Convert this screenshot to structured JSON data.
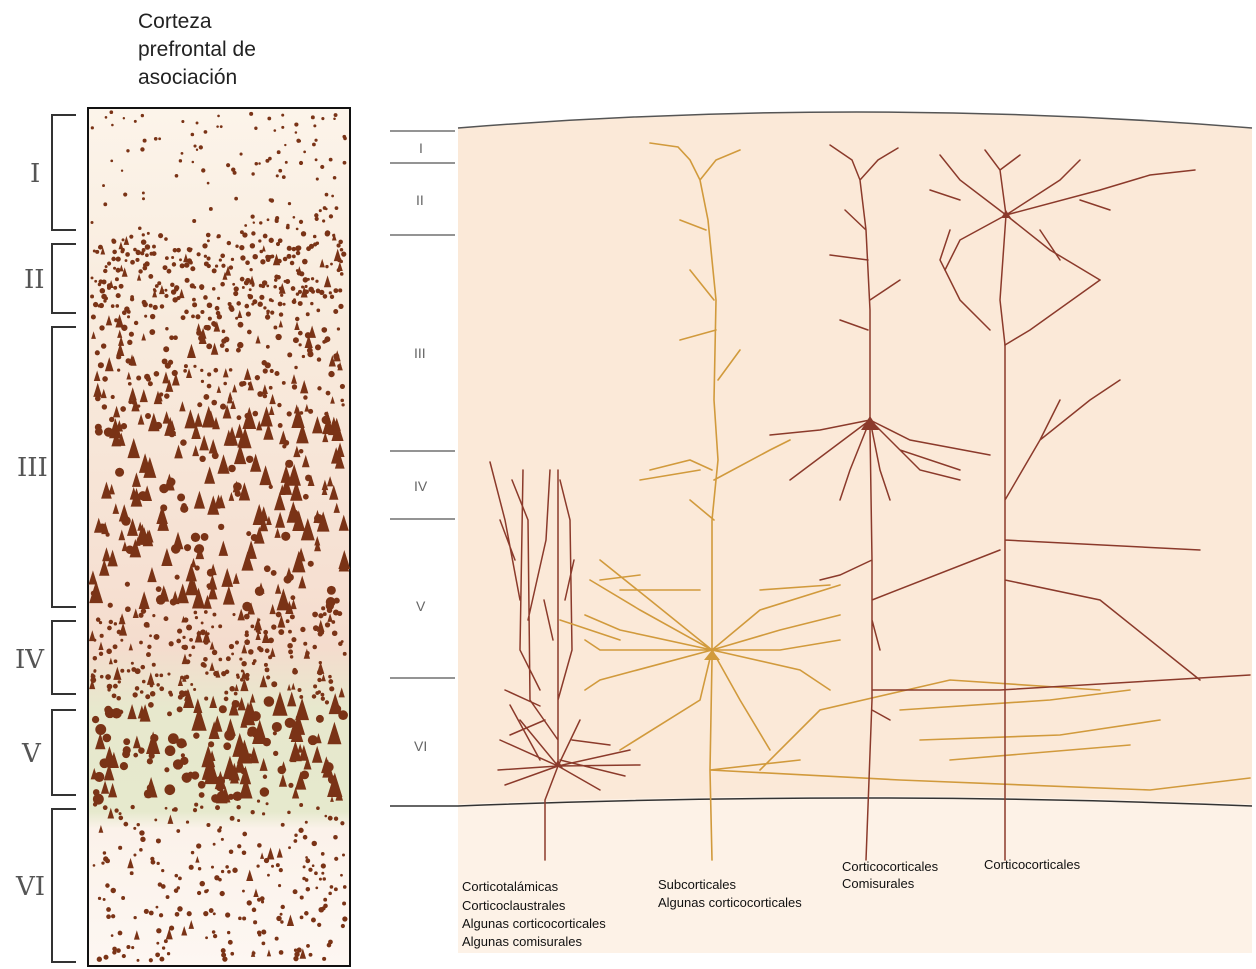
{
  "title": {
    "line1": "Corteza",
    "line2": "prefrontal de",
    "line3": "asociación"
  },
  "layers_left": [
    "I",
    "II",
    "III",
    "IV",
    "V",
    "VI"
  ],
  "layers_right": [
    "I",
    "II",
    "III",
    "IV",
    "V",
    "VI"
  ],
  "neuron_labels": {
    "n1": [
      "Corticotalámicas",
      "Corticoclaustrales",
      "Algunas corticocorticales",
      "Algunas comisurales"
    ],
    "n2": [
      "Subcorticales",
      "Algunas corticocorticales"
    ],
    "n3": [
      "Corticocorticales",
      "Comisurales"
    ],
    "n4": [
      "Corticocorticales"
    ]
  },
  "colors": {
    "neuron_dark": "#8b3a2b",
    "neuron_gold": "#d19a3c",
    "cell_brown": "#7a3316",
    "cortex_bg": "#fbe9d8",
    "layer5_tint": "#e4ead0"
  }
}
